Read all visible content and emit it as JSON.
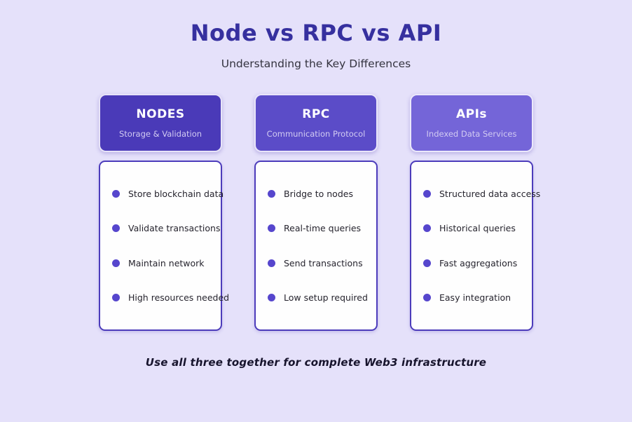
{
  "page": {
    "title": "Node vs RPC vs API",
    "subtitle": "Understanding the Key Differences",
    "footer": "Use all three together for complete Web3 infrastructure"
  },
  "colors": {
    "background": "#e5e1fa",
    "title_text": "#36309f",
    "card_border": "#4c3cbb",
    "bullet": "#5646cd",
    "nodes_header_bg": "#4a3ab8",
    "rpc_header_bg": "#5b4cc8",
    "apis_header_bg": "#7465d8"
  },
  "columns": [
    {
      "header": {
        "title": "NODES",
        "subtitle": "Storage & Validation",
        "bg": "#4a3ab8"
      },
      "items": [
        "Store blockchain data",
        "Validate transactions",
        "Maintain network",
        "High resources needed"
      ]
    },
    {
      "header": {
        "title": "RPC",
        "subtitle": "Communication Protocol",
        "bg": "#5b4cc8"
      },
      "items": [
        "Bridge to nodes",
        "Real-time queries",
        "Send transactions",
        "Low setup required"
      ]
    },
    {
      "header": {
        "title": "APIs",
        "subtitle": "Indexed Data Services",
        "bg": "#7465d8"
      },
      "items": [
        "Structured data access",
        "Historical queries",
        "Fast aggregations",
        "Easy integration"
      ]
    }
  ]
}
